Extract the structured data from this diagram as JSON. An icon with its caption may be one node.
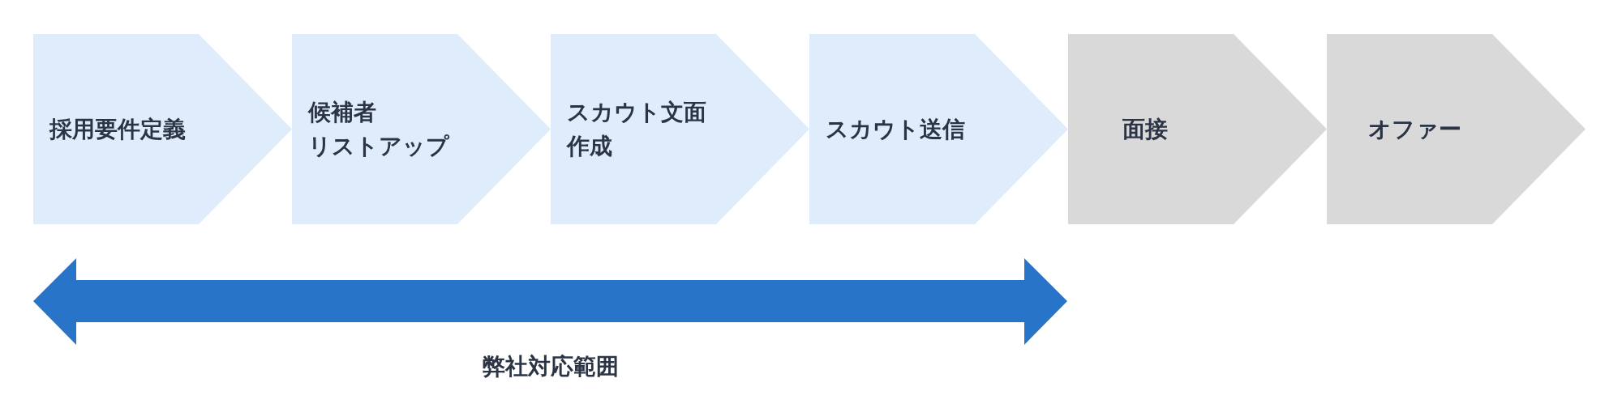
{
  "diagram": {
    "nodes": [
      {
        "text": [
          "採用要件定義"
        ]
      },
      {
        "text": [
          "候補者リストアップ"
        ]
      },
      {
        "text": [
          "スカウト文面作成"
        ]
      },
      {
        "text": [
          "スカウト送信"
        ]
      },
      {
        "text": [
          "面接"
        ]
      },
      {
        "text": [
          "オファー"
        ]
      }
    ],
    "labels": [
      "弊社対応範囲"
    ]
  }
}
